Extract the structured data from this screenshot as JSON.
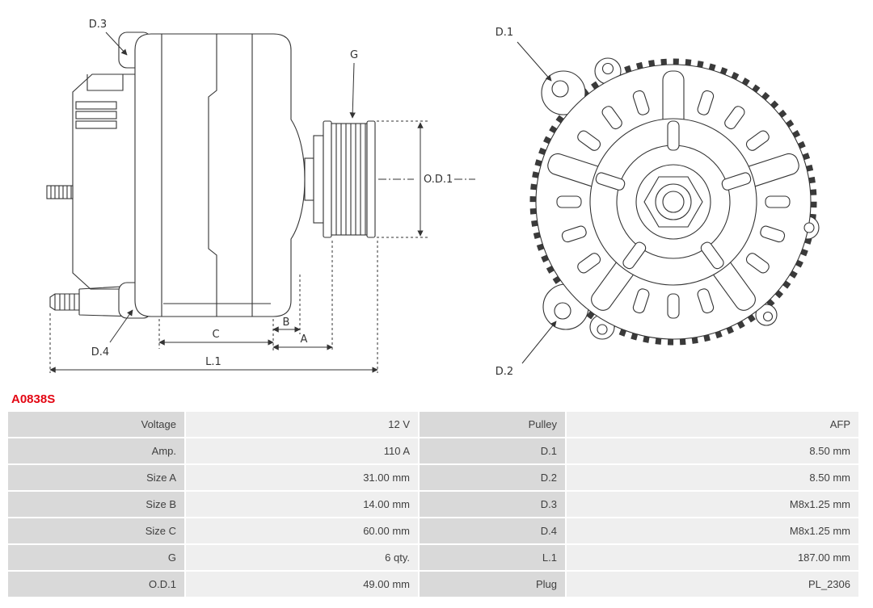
{
  "part_number": "A0838S",
  "diagram": {
    "labels": {
      "d1": "D.1",
      "d2": "D.2",
      "d3": "D.3",
      "d4": "D.4",
      "g": "G",
      "od1": "O.D.1",
      "a": "A",
      "b": "B",
      "c": "C",
      "l1": "L.1"
    }
  },
  "table": {
    "rows": [
      {
        "label1": "Voltage",
        "value1": "12 V",
        "label2": "Pulley",
        "value2": "AFP"
      },
      {
        "label1": "Amp.",
        "value1": "110 A",
        "label2": "D.1",
        "value2": "8.50 mm"
      },
      {
        "label1": "Size A",
        "value1": "31.00 mm",
        "label2": "D.2",
        "value2": "8.50 mm"
      },
      {
        "label1": "Size B",
        "value1": "14.00 mm",
        "label2": "D.3",
        "value2": "M8x1.25 mm"
      },
      {
        "label1": "Size C",
        "value1": "60.00 mm",
        "label2": "D.4",
        "value2": "M8x1.25 mm"
      },
      {
        "label1": "G",
        "value1": "6 qty.",
        "label2": "L.1",
        "value2": "187.00 mm"
      },
      {
        "label1": "O.D.1",
        "value1": "49.00 mm",
        "label2": "Plug",
        "value2": "PL_2306"
      }
    ]
  },
  "colors": {
    "part_number_red": "#e30613",
    "label_cell_bg": "#d9d9d9",
    "value_cell_bg": "#efefef",
    "line_color": "#333333"
  }
}
